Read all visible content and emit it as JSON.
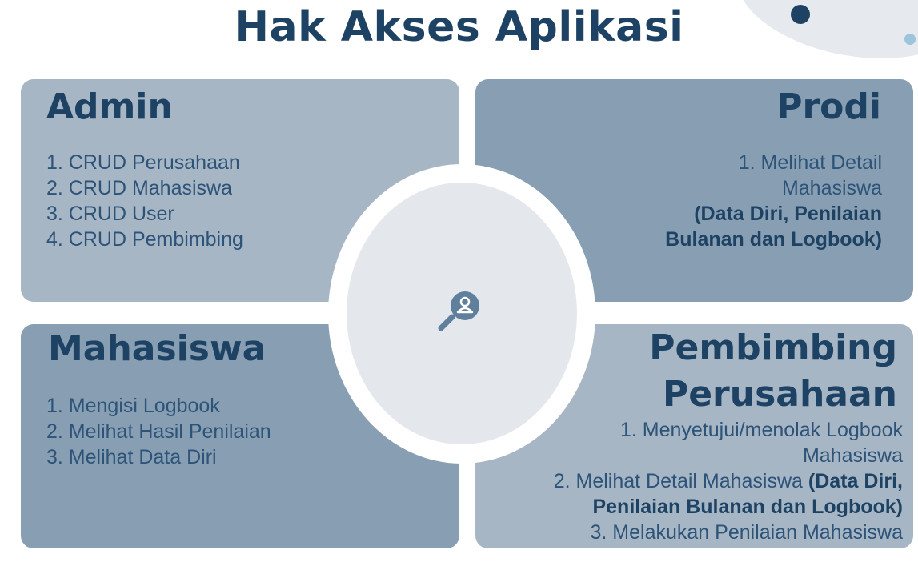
{
  "title": "Hak Akses Aplikasi",
  "colors": {
    "navy": "#1e4264",
    "panel_light": "#a6b6c4",
    "panel_dark": "#889fb3",
    "center_disk": "#e4e8ec"
  },
  "center_icon": "magnifier-user-icon",
  "quadrants": {
    "admin": {
      "heading": "Admin",
      "items": [
        "1. CRUD Perusahaan",
        "2. CRUD Mahasiswa",
        "3. CRUD User",
        "4. CRUD Pembimbing"
      ]
    },
    "prodi": {
      "heading": "Prodi",
      "line1": "1. Melihat Detail",
      "line2": "Mahasiswa",
      "bold1": "(Data Diri, Penilaian",
      "bold2": "Bulanan dan Logbook)"
    },
    "mahasiswa": {
      "heading": "Mahasiswa",
      "items": [
        "1. Mengisi Logbook",
        "2. Melihat Hasil Penilaian",
        "3. Melihat Data Diri"
      ]
    },
    "pembimbing": {
      "heading1": "Pembimbing",
      "heading2": "Perusahaan",
      "line1": "1. Menyetujui/menolak Logbook",
      "line2": "Mahasiswa",
      "line3": "2. Melihat Detail Mahasiswa ",
      "line3_bold": "(Data Diri,",
      "line4_bold": "Penilaian Bulanan dan Logbook)",
      "line5": "3. Melakukan Penilaian Mahasiswa"
    }
  }
}
